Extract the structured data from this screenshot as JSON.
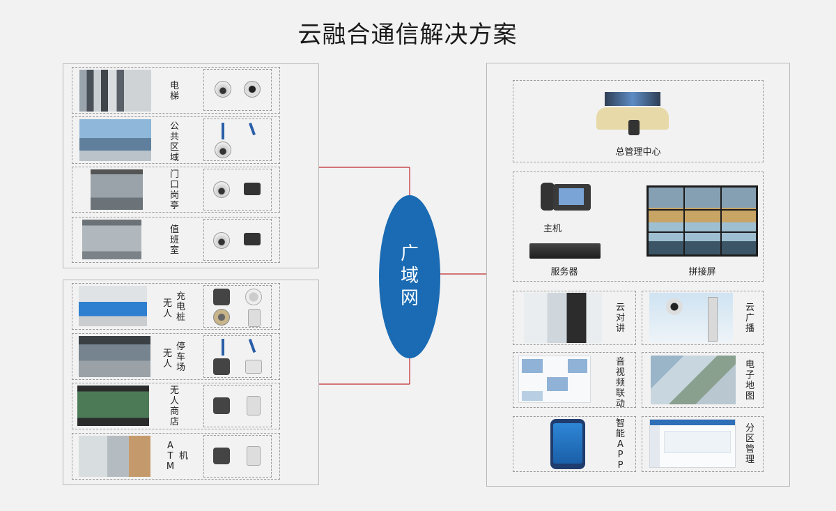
{
  "title": "云融合通信解决方案",
  "network": {
    "label": "广域网"
  },
  "left_groups": [
    {
      "items": [
        {
          "label_cols": [
            "电梯"
          ]
        },
        {
          "label_cols": [
            "公共区域"
          ]
        },
        {
          "label_cols": [
            "门口岗亭"
          ]
        },
        {
          "label_cols": [
            "值班室"
          ]
        }
      ]
    },
    {
      "items": [
        {
          "label_cols": [
            "无人",
            "充电桩"
          ]
        },
        {
          "label_cols": [
            "无人",
            "停车场"
          ]
        },
        {
          "label_cols": [
            "无人商店"
          ]
        },
        {
          "label_cols": [
            "ATM",
            "机"
          ]
        }
      ]
    }
  ],
  "right": {
    "center_label": "总管理中心",
    "host_label": "主机",
    "server_label": "服务器",
    "screen_label": "拼接屏",
    "tiles": [
      {
        "label": "云对讲"
      },
      {
        "label": "云广播"
      },
      {
        "label": "音视频联动"
      },
      {
        "label": "电子地图"
      },
      {
        "label": "智能APP"
      },
      {
        "label": "分区管理"
      }
    ]
  },
  "colors": {
    "line": "#c0282d",
    "network": "#1a6bb3",
    "background": "#f2f2f2"
  }
}
